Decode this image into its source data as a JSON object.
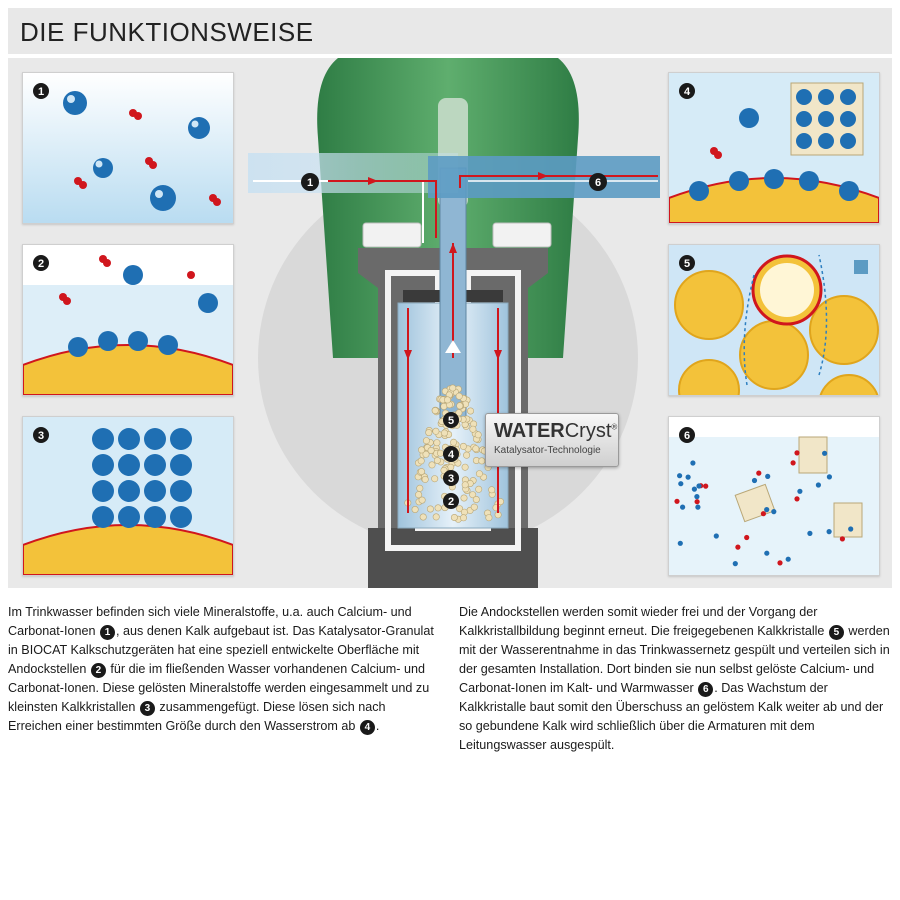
{
  "header": {
    "title": "DIE FUNKTIONSWEISE"
  },
  "panels": {
    "p1": {
      "number": "1"
    },
    "p2": {
      "number": "2"
    },
    "p3": {
      "number": "3"
    },
    "p4": {
      "number": "4"
    },
    "p5": {
      "number": "5"
    },
    "p6": {
      "number": "6"
    }
  },
  "flow": {
    "inlet_number": "1",
    "outlet_number": "6"
  },
  "granulate_numbers": [
    "5",
    "4",
    "3",
    "2"
  ],
  "logo": {
    "brand_bold": "WATER",
    "brand_light": "Cryst",
    "registered": "®",
    "subtitle": "Katalysator-Technologie"
  },
  "colors": {
    "water_blue": "#c9e3f3",
    "flow_red": "#d0161d",
    "granulate_gold": "#f3c23a",
    "housing_green": "#3f8f52"
  },
  "text": {
    "left": {
      "a1": "Im Trinkwasser befinden sich viele Mineralstoffe, u.a. auch Calcium- und Carbonat-Ionen ",
      "n1": "1",
      "a2": ", aus denen Kalk aufgebaut ist. Das Katalysator-Granulat in BIOCAT Kalkschutzgeräten hat eine speziell entwickelte Oberfläche mit Andockstellen ",
      "n2": "2",
      "a3": " für die im fließenden Wasser vorhandenen Calcium- und Carbonat-Ionen. Diese gelösten Mineralstoffe werden eingesammelt und zu kleinsten Kalkkristallen ",
      "n3": "3",
      "a4": " zusammengefügt. Diese lösen sich nach Erreichen einer bestimmten Größe durch den Wasserstrom ab ",
      "n4": "4",
      "a5": "."
    },
    "right": {
      "b1": "Die Andockstellen werden somit wieder frei und der Vorgang der Kalkkristallbildung beginnt erneut. Die freigegebenen Kalkkristalle ",
      "n5": "5",
      "b2": " werden mit der Wasserentnahme in das Trinkwassernetz gespült und verteilen sich in der gesamten Installation. Dort binden sie nun selbst gelöste Calcium- und Carbonat-Ionen im Kalt- und Warmwasser ",
      "n6": "6",
      "b3": ". Das Wachstum der Kalkkristalle baut somit den Überschuss an gelöstem Kalk weiter ab und der so gebundene Kalk wird schließlich über die Armaturen mit dem Leitungswasser ausgespült."
    }
  }
}
